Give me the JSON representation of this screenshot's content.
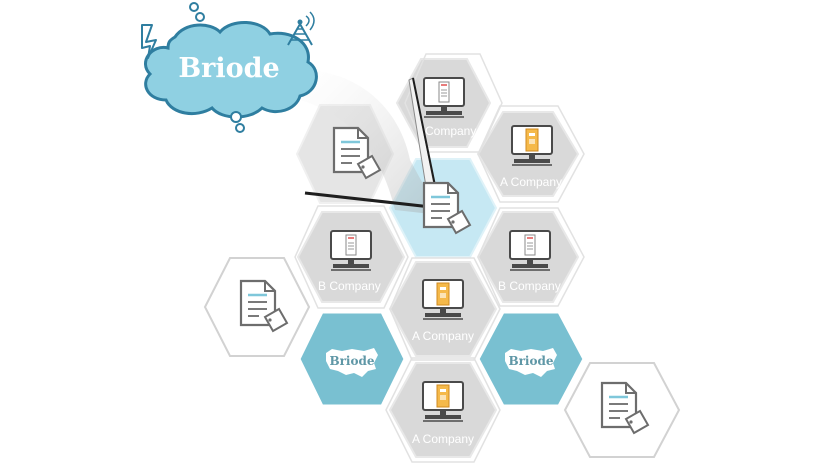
{
  "brand": {
    "cloud_title": "Briode",
    "badge_text": "Briode"
  },
  "labels": {
    "company_a": "A Company",
    "company_b": "B Company",
    "company_a_partial": "Company"
  },
  "colors": {
    "gray_hex": "#d9d9d9",
    "teal_hex": "#79c0d1",
    "light_blue_hex": "#c6e8f3",
    "outline": "#d2d2d2",
    "cloud_fill": "#8fd0e2",
    "cloud_stroke": "#2f7ea0"
  },
  "icons": [
    "document-icon",
    "computer-icon",
    "usa-map-badge-icon",
    "cloud-icon",
    "lightning-icon",
    "antenna-icon",
    "pen-icon"
  ]
}
